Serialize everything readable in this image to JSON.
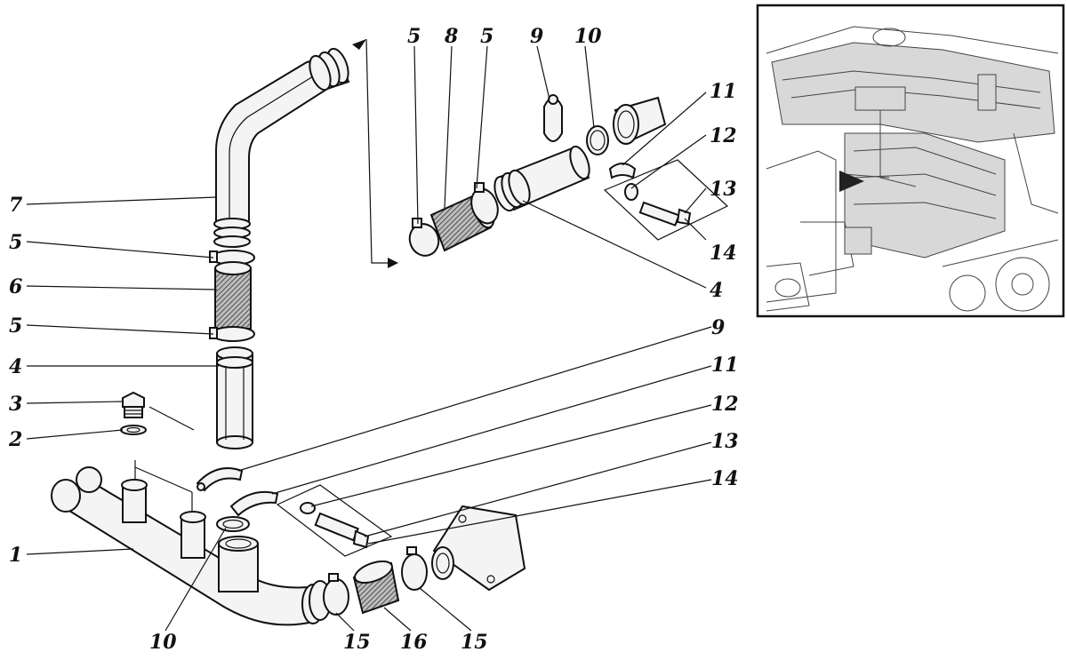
{
  "diagram": {
    "callouts": {
      "c1": "1",
      "c2": "2",
      "c3": "3",
      "c4a": "4",
      "c4b": "4",
      "c5a": "5",
      "c5b": "5",
      "c5c": "5",
      "c5d": "5",
      "c6": "6",
      "c7": "7",
      "c8": "8",
      "c9a": "9",
      "c9b": "9",
      "c10a": "10",
      "c10b": "10",
      "c11a": "11",
      "c11b": "11",
      "c12a": "12",
      "c12b": "12",
      "c13a": "13",
      "c13b": "13",
      "c14a": "14",
      "c14b": "14",
      "c15a": "15",
      "c15b": "15",
      "c16": "16"
    }
  }
}
